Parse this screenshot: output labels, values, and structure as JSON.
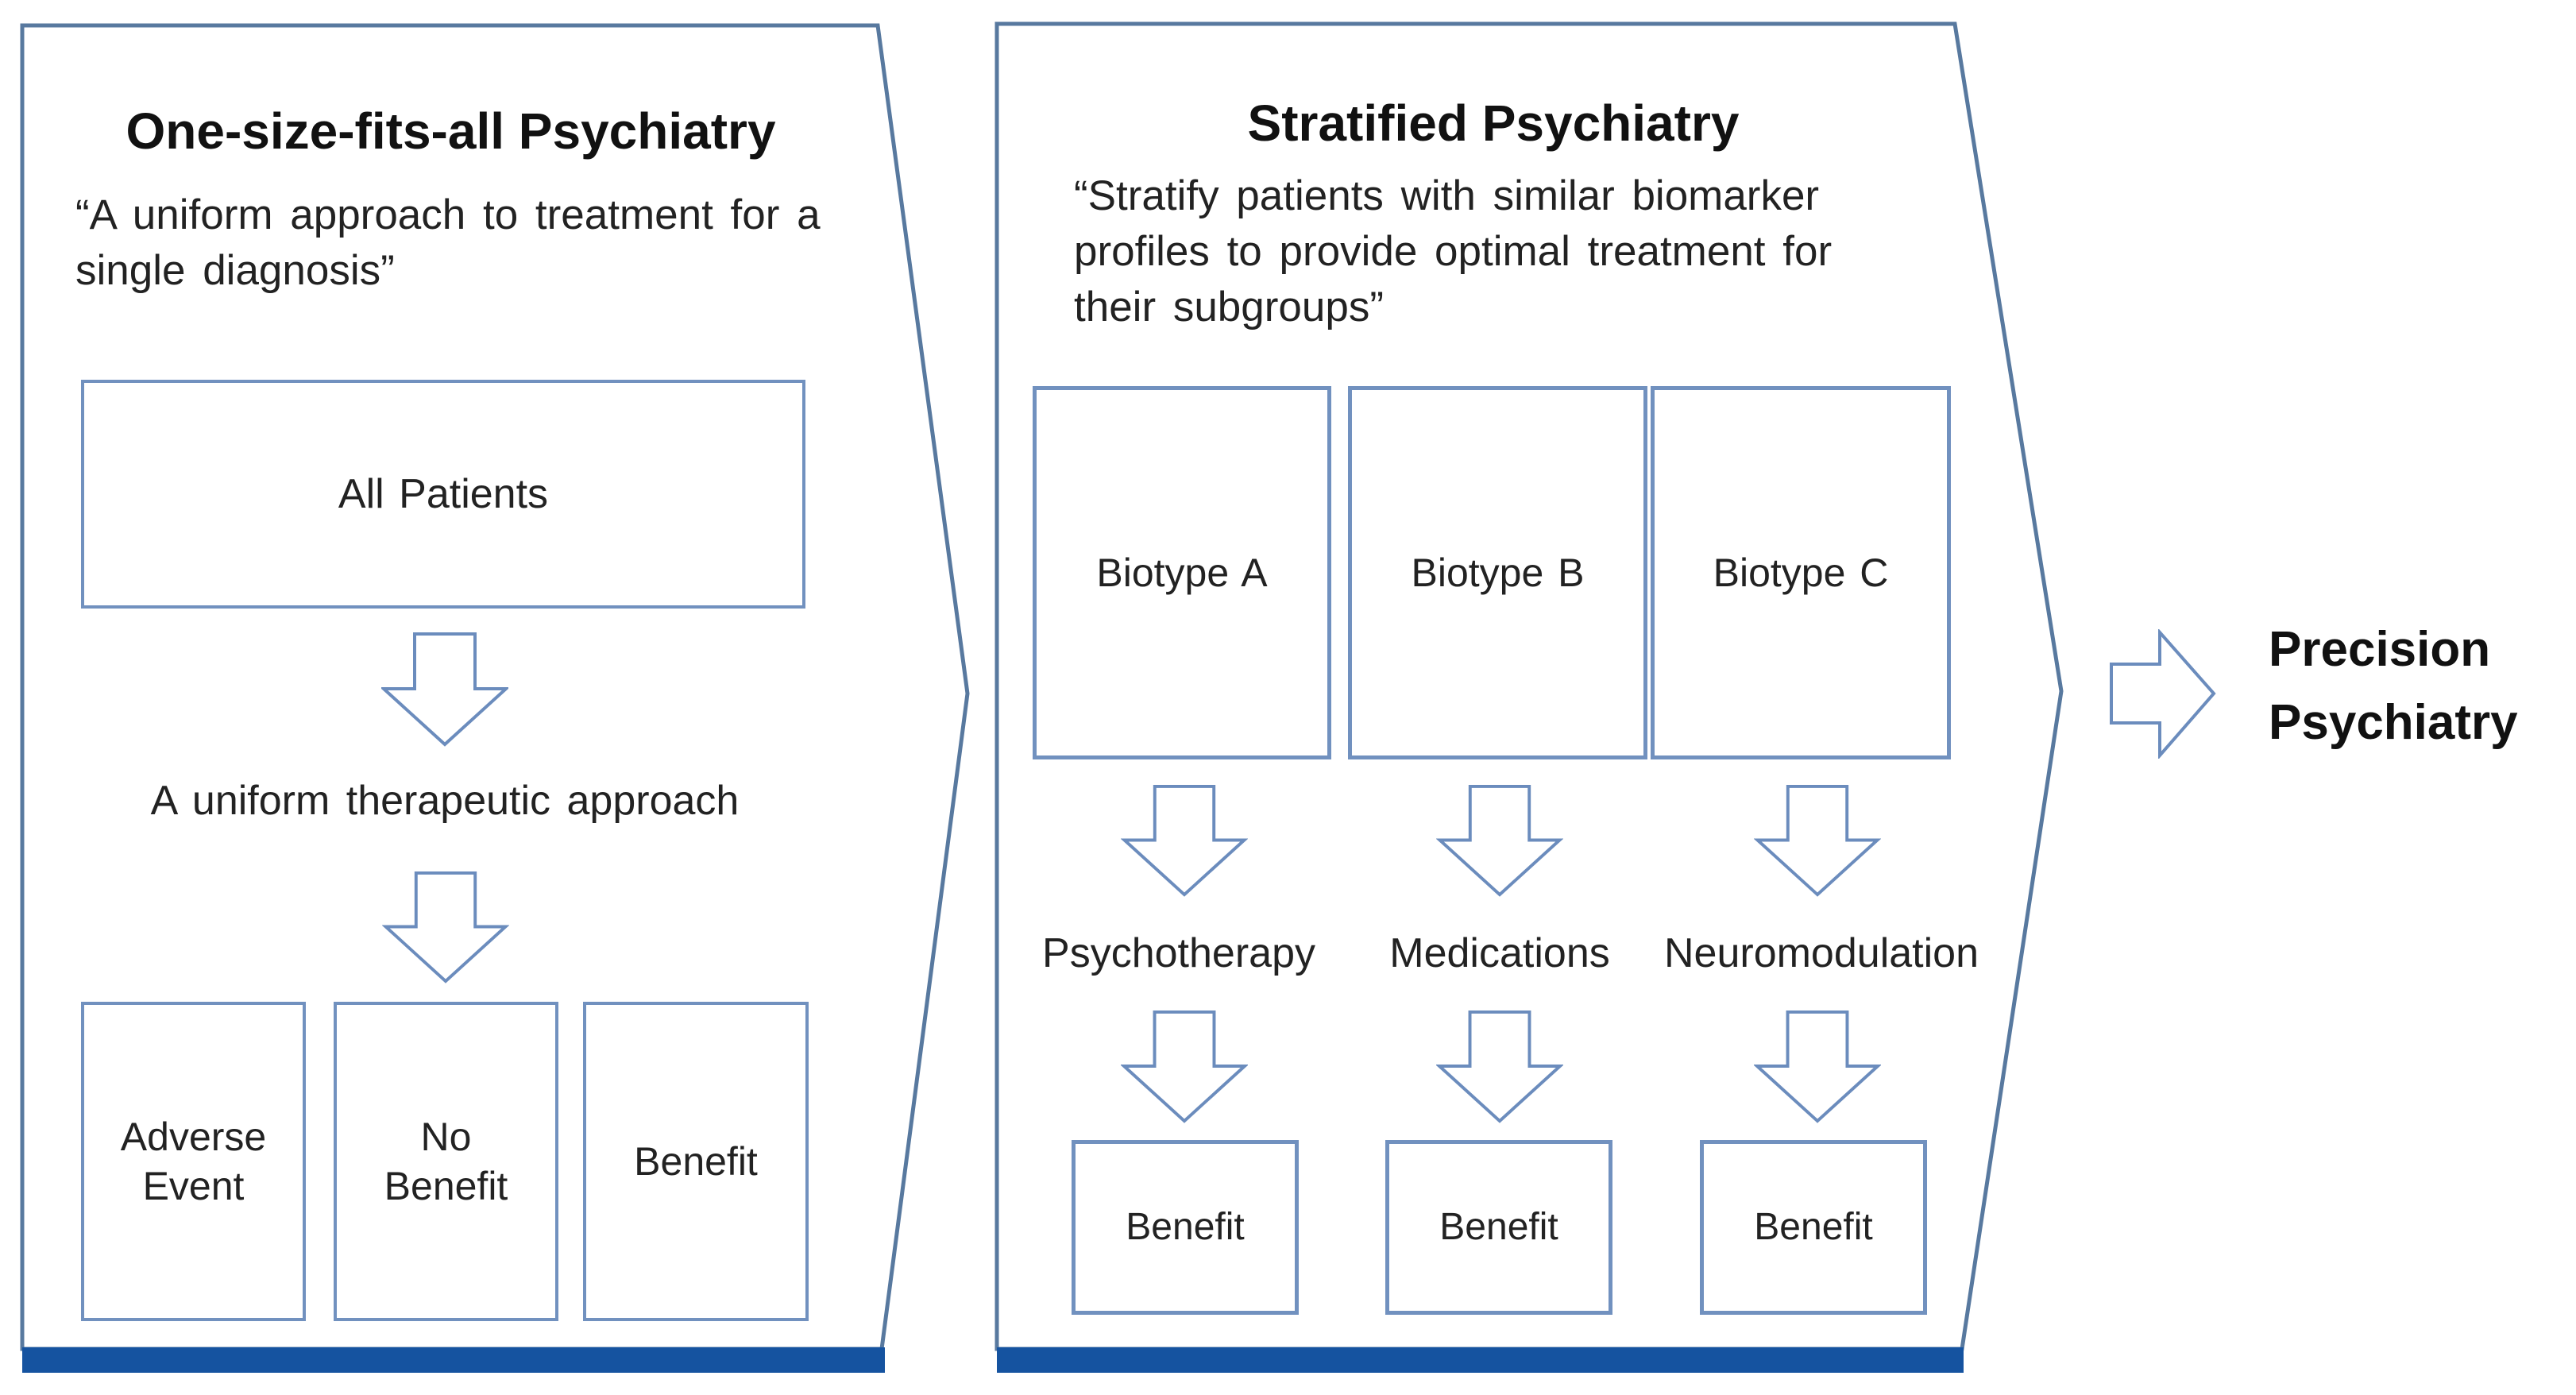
{
  "left_panel": {
    "title": "One-size-fits-all Psychiatry",
    "quote_lines": [
      "“A uniform approach to treatment for a",
      "single diagnosis”"
    ],
    "all_patients_label": "All Patients",
    "uniform_label": "A uniform therapeutic approach",
    "outcome_boxes": [
      {
        "lines": [
          "Adverse",
          "Event"
        ]
      },
      {
        "lines": [
          "No",
          "Benefit"
        ]
      },
      {
        "lines": [
          "Benefit"
        ]
      }
    ]
  },
  "right_panel": {
    "title": "Stratified Psychiatry",
    "quote_lines": [
      "“Stratify patients with similar biomarker",
      "profiles to provide optimal treatment for",
      "their subgroups”"
    ],
    "biotype_boxes": [
      "Biotype A",
      "Biotype B",
      "Biotype C"
    ],
    "treatment_labels": [
      "Psychotherapy",
      "Medications",
      "Neuromodulation"
    ],
    "benefit_boxes": [
      "Benefit",
      "Benefit",
      "Benefit"
    ]
  },
  "result": {
    "lines": [
      "Precision",
      "Psychiatry"
    ]
  },
  "colors": {
    "panel_outline": "#58799f",
    "box_border": "#7191bf",
    "arrow_stroke": "#6b8cbd",
    "bottom_bar": "#1553a0",
    "text": "#1a1a1a"
  }
}
